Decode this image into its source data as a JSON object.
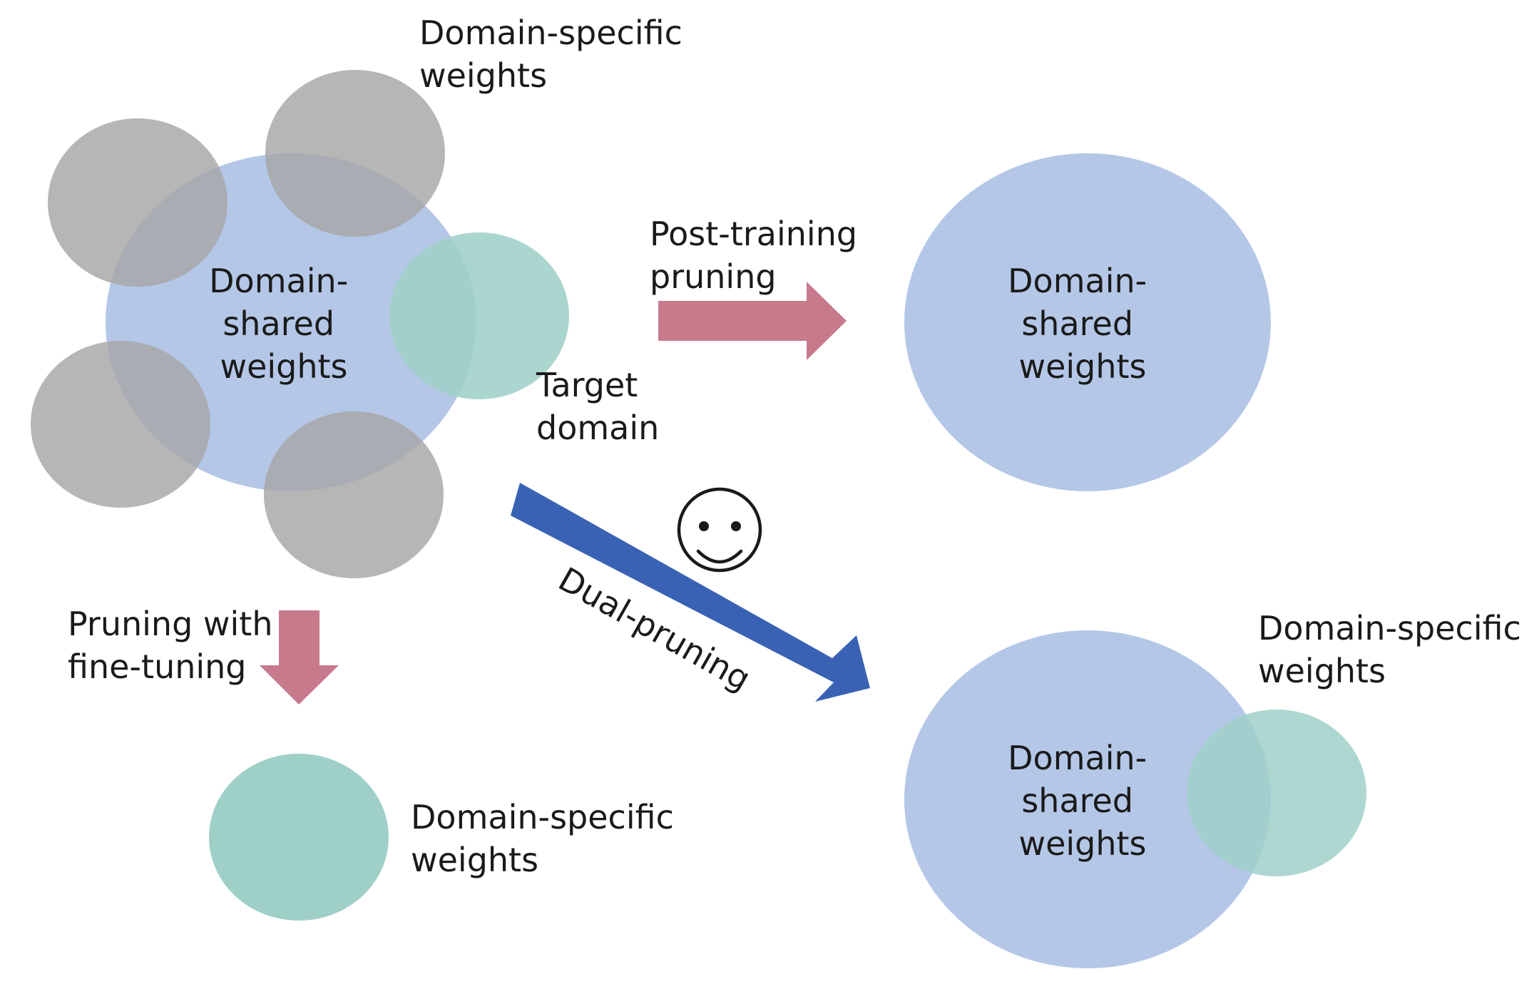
{
  "colors": {
    "shared": "#b4c7e7",
    "specific_other": "#a6a6a6",
    "specific_target": "#9fd0c8",
    "red_arrow": "#c77a8c",
    "blue_arrow": "#3a62b4",
    "text": "#1a1a1a"
  },
  "source_cluster": {
    "shared_label": [
      "Domain-",
      "shared",
      "weights"
    ],
    "specific_label": [
      "Domain-specific",
      "weights"
    ],
    "target_label": [
      "Target",
      "domain"
    ]
  },
  "post_training": {
    "arrow_label": [
      "Post-training",
      "pruning"
    ],
    "shared_label": [
      "Domain-",
      "shared",
      "weights"
    ]
  },
  "fine_tuning": {
    "arrow_label": [
      "Pruning with",
      "fine-tuning"
    ],
    "specific_label": [
      "Domain-specific",
      "weights"
    ]
  },
  "dual_pruning": {
    "arrow_label": "Dual-pruning",
    "smiley_icon": "smiley-face-icon",
    "shared_label": [
      "Domain-",
      "shared",
      "weights"
    ],
    "specific_label": [
      "Domain-specific",
      "weights"
    ]
  }
}
